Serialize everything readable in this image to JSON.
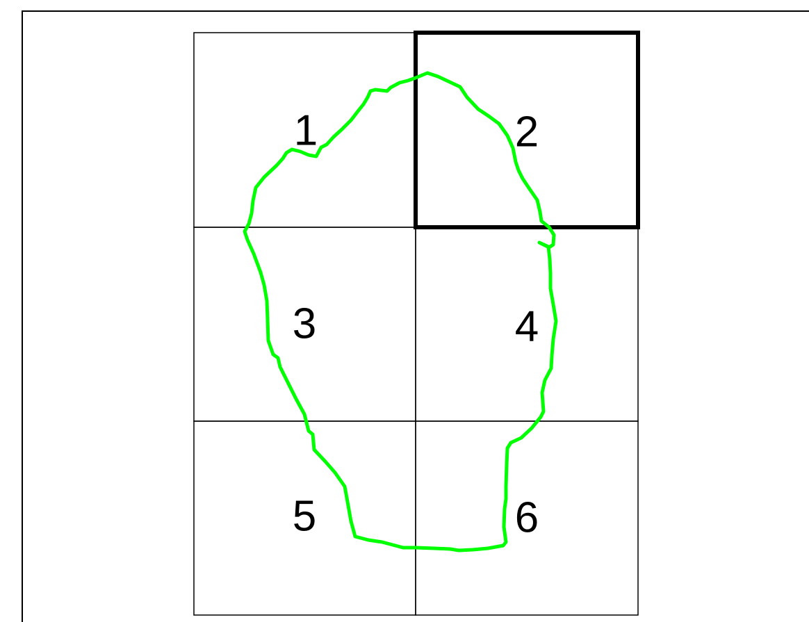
{
  "grid": {
    "rows": 3,
    "columns": 2,
    "cells": [
      {
        "id": "1",
        "label": "1",
        "row": 1,
        "column": 1,
        "highlighted": false
      },
      {
        "id": "2",
        "label": "2",
        "row": 1,
        "column": 2,
        "highlighted": true
      },
      {
        "id": "3",
        "label": "3",
        "row": 2,
        "column": 1,
        "highlighted": false
      },
      {
        "id": "4",
        "label": "4",
        "row": 2,
        "column": 2,
        "highlighted": false
      },
      {
        "id": "5",
        "label": "5",
        "row": 3,
        "column": 1,
        "highlighted": false
      },
      {
        "id": "6",
        "label": "6",
        "row": 3,
        "column": 2,
        "highlighted": false
      }
    ]
  },
  "colors": {
    "background": "#ffffff",
    "grid_line": "#000000",
    "highlight_border": "#000000",
    "outline": "#00ff00",
    "label": "#000000"
  }
}
